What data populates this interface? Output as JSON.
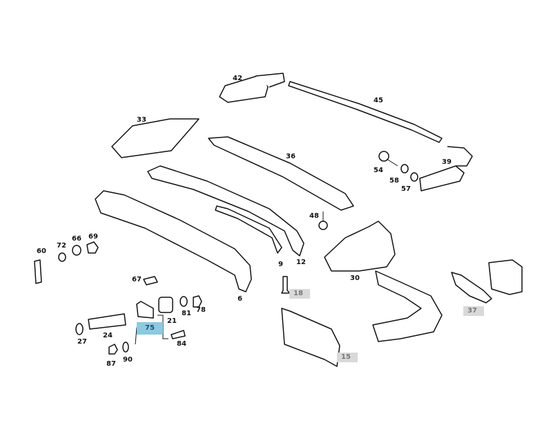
{
  "diagram": {
    "highlight_colors": {
      "selected": "#8ec9de",
      "available": "#d9d9d9"
    },
    "labels": [
      {
        "id": "42",
        "text": "42"
      },
      {
        "id": "45",
        "text": "45"
      },
      {
        "id": "33",
        "text": "33"
      },
      {
        "id": "36",
        "text": "36"
      },
      {
        "id": "54",
        "text": "54"
      },
      {
        "id": "58",
        "text": "58"
      },
      {
        "id": "57",
        "text": "57"
      },
      {
        "id": "39",
        "text": "39"
      },
      {
        "id": "48",
        "text": "48"
      },
      {
        "id": "60",
        "text": "60"
      },
      {
        "id": "72",
        "text": "72"
      },
      {
        "id": "66",
        "text": "66"
      },
      {
        "id": "69",
        "text": "69"
      },
      {
        "id": "9",
        "text": "9"
      },
      {
        "id": "12",
        "text": "12"
      },
      {
        "id": "30",
        "text": "30"
      },
      {
        "id": "67",
        "text": "67"
      },
      {
        "id": "6",
        "text": "6"
      },
      {
        "id": "18",
        "text": "18"
      },
      {
        "id": "37",
        "text": "37"
      },
      {
        "id": "21",
        "text": "21"
      },
      {
        "id": "81",
        "text": "81"
      },
      {
        "id": "78",
        "text": "78"
      },
      {
        "id": "27",
        "text": "27"
      },
      {
        "id": "24",
        "text": "24"
      },
      {
        "id": "75",
        "text": "75"
      },
      {
        "id": "84",
        "text": "84"
      },
      {
        "id": "87",
        "text": "87"
      },
      {
        "id": "90",
        "text": "90"
      },
      {
        "id": "15",
        "text": "15"
      }
    ]
  }
}
